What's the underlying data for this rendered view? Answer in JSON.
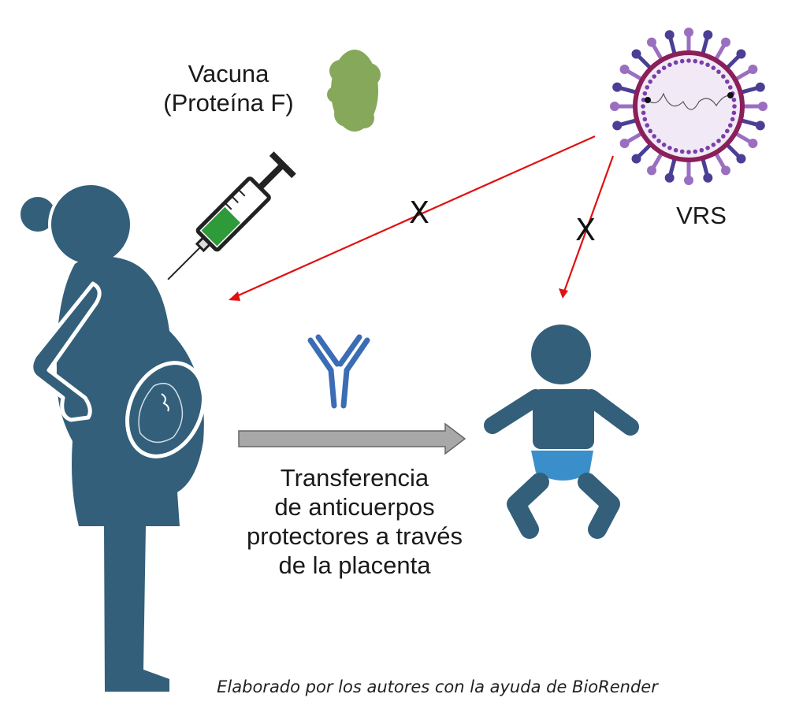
{
  "labels": {
    "vaccine_line1": "Vacuna",
    "vaccine_line2": "(Proteína F)",
    "virus": "VRS",
    "transfer_lines": [
      "Transferencia",
      "de anticuerpos",
      "protectores a través",
      "de la placenta"
    ],
    "blocked_mark": "X",
    "credit": "Elaborado por los autores con la ayuda de BioRender"
  },
  "colors": {
    "figure": "#335f7a",
    "diaper": "#3a8fcb",
    "antibody": "#3b6db5",
    "arrow_block": "#e01010",
    "transfer_arrow": "#a8a8a8",
    "syringe_liquid": "#2e9a3a",
    "protein": "#86a85a",
    "virus_spike_dark": "#4a3f95",
    "virus_spike_light": "#9b6fc0",
    "virus_membrane": "#8a1f5a"
  },
  "icons": [
    "pregnant-woman-icon",
    "fetus-icon",
    "syringe-icon",
    "protein-icon",
    "virus-icon",
    "antibody-icon",
    "baby-icon"
  ]
}
